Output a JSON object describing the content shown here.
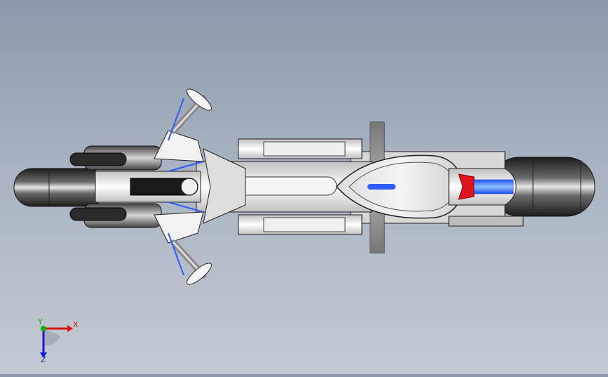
{
  "viewport": {
    "background_top": "#8c98aa",
    "background_bottom": "#c3cad3",
    "model": "motorcycle-top-view",
    "accent_colors": {
      "blue": "#2f5bff",
      "red": "#e0141c",
      "light_blue": "#6aa8ff"
    }
  },
  "triad": {
    "x_label": "X",
    "y_label": "Y",
    "z_label": "Z",
    "x_color": "#e01010",
    "y_color": "#12b012",
    "z_color": "#1a1ad6"
  }
}
